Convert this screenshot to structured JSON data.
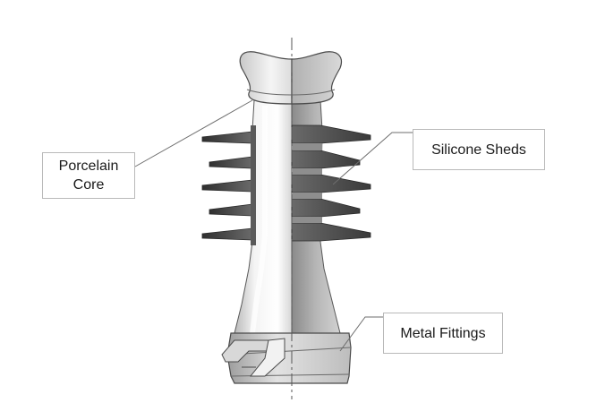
{
  "labels": {
    "porcelain_core": {
      "line1": "Porcelain",
      "line2": "Core"
    },
    "silicone_sheds": "Silicone Sheds",
    "metal_fittings": "Metal Fittings"
  },
  "colors": {
    "leader_line": "#6e6e6e",
    "outline": "#4a4a4a",
    "shed_dark": "#3e3e3e",
    "core_light": "#e8e8e8",
    "shell_gray": "#9a9a9a",
    "box_border": "#b9b9b9"
  },
  "icons": {
    "diagram": "insulator-cross-section-illustration"
  }
}
